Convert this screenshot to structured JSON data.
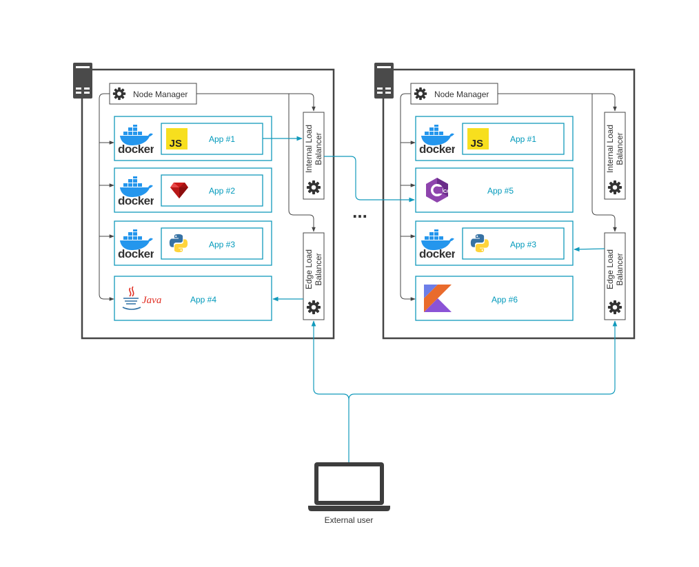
{
  "colors": {
    "accent": "#1199bb",
    "box_border": "#444444",
    "docker_blue": "#2496ed",
    "js_yellow": "#f7df1e",
    "ruby_red": "#cc1a1a",
    "csharp_purple": "#8e44ad",
    "java_red": "#e02b20"
  },
  "nodes": [
    {
      "node_manager": "Node Manager",
      "internal_lb": [
        "Internal Load",
        "Balancer"
      ],
      "edge_lb": [
        "Edge Load",
        "Balancer"
      ],
      "apps": [
        {
          "label": "App #1",
          "runtime": "docker",
          "icon": "javascript-icon"
        },
        {
          "label": "App #2",
          "runtime": "docker",
          "icon": "ruby-icon"
        },
        {
          "label": "App #3",
          "runtime": "docker",
          "icon": "python-icon"
        },
        {
          "label": "App #4",
          "runtime": "java",
          "icon": "java-icon",
          "runtime_text": "Java"
        }
      ]
    },
    {
      "node_manager": "Node Manager",
      "internal_lb": [
        "Internal Load",
        "Balancer"
      ],
      "edge_lb": [
        "Edge Load",
        "Balancer"
      ],
      "apps": [
        {
          "label": "App #1",
          "runtime": "docker",
          "icon": "javascript-icon"
        },
        {
          "label": "App #5",
          "runtime": "csharp",
          "icon": "csharp-icon"
        },
        {
          "label": "App #3",
          "runtime": "docker",
          "icon": "python-icon"
        },
        {
          "label": "App #6",
          "runtime": "kotlin",
          "icon": "kotlin-icon"
        }
      ]
    }
  ],
  "docker_text": "docker",
  "js_text": "JS",
  "csharp_text": "C#",
  "ellipsis": "...",
  "external_user": "External user"
}
